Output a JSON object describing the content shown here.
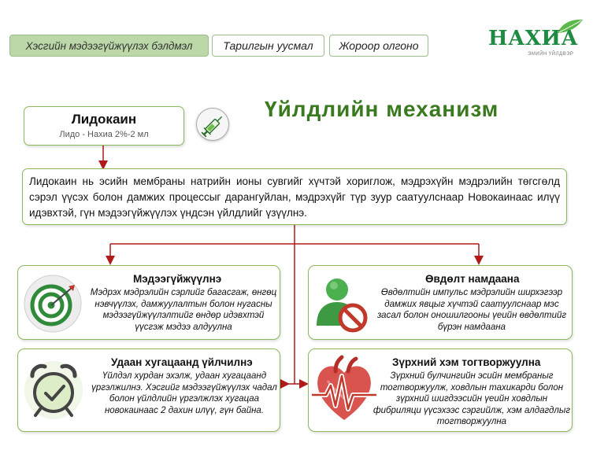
{
  "tabs": [
    {
      "label": "Хэсгийн мэдээгүйжүүлэх бэлдмэл",
      "active": true
    },
    {
      "label": "Тарилгын уусмал",
      "active": false
    },
    {
      "label": "Жороор олгоно",
      "active": false
    }
  ],
  "logo": {
    "name": "НАХИА",
    "subtitle": "ЭМИЙН ҮЙЛДВЭР"
  },
  "title": "Үйлдлийн  механизм",
  "drug": {
    "name": "Лидокаин",
    "subtitle": "Лидо - Нахиа 2%-2 мл"
  },
  "mechanism": "Лидокаин нь эсийн мембраны натрийн ионы сувгийг хүчтэй хориглож, мэдрэхүйн мэдрэлийн төгсгөлд сэрэл үүсэх болон дамжих процессыг дарангуйлан, мэдрэхүйг түр зуур саатуулснаар Новокаинаас илүү идэвхтэй, гүн мэдээгүйжүүлэх үндсэн үйлдлийг үзүүлнэ.",
  "cards": [
    {
      "title": "Мэдээгүйжүүлнэ",
      "text": "Мэдрэх мэдрэлийн сэрлийг багасгаж, өнгөц нэвчүүлэх, дамжуулалтын болон нугасны мэдээгүйжүүлэлтийг өндөр идэвхтэй үүсгэж мэдээ алдуулна",
      "icon": "target-icon"
    },
    {
      "title": "Өвдөлт намдаана",
      "text": "Өвдөлтийн импульс мэдрэлийн ширхэгээр дамжих явцыг хүчтэй саатуулснаар мэс засал болон оношилгооны үеийн өвдөлтийг бүрэн намдаана",
      "icon": "person-prohibited-icon"
    },
    {
      "title": "Удаан хугацаанд үйлчилнэ",
      "text": "Үйлдэл хурдан эхэлж, удаан хугацаанд үргэлжилнэ. Хэсгийг мэдээгүйжүүлэх чадал болон үйлдлийн үргэлжлэх хугацаа новокаинаас 2 дахин илүү, гүн  байна.",
      "icon": "alarm-clock-icon"
    },
    {
      "title": "Зүрхний хэм тогтворжуулна",
      "text": "Зүрхний булчингийн эсийн мембраныг тогтворжуулж, ховдлын тахикарди болон зүрхний шигдээсийн үеийн ховдлын фибриляци үүсэхээс сэргийлж, хэм алдагдлыг тогтворжуулна",
      "icon": "heart-ecg-icon"
    }
  ],
  "colors": {
    "accent_green": "#3a7a1f",
    "border_green": "#8cb85e",
    "tab_active": "#bcd7a8",
    "arrow_red": "#b01a1a",
    "logo_green": "#1e8a42"
  }
}
